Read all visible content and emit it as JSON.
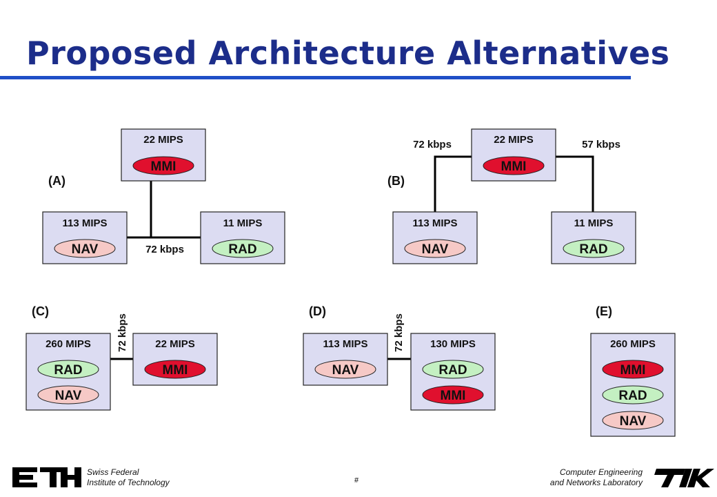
{
  "slide": {
    "title": "Proposed Architecture Alternatives",
    "page_number": "#"
  },
  "colors": {
    "title": "#1c2d8a",
    "rule": "#1f4fc7",
    "box_fill": "#dcdcf2",
    "mmi_fill": "#e0102e",
    "rad_fill": "#c4f0c2",
    "nav_fill": "#f6c9c6"
  },
  "alternatives": {
    "A": {
      "label": "(A)",
      "mmi_mips": "22 MIPS",
      "nav_mips": "113 MIPS",
      "rad_mips": "11 MIPS",
      "link_rate": "72 kbps",
      "mmi": "MMI",
      "nav": "NAV",
      "rad": "RAD"
    },
    "B": {
      "label": "(B)",
      "mmi_mips": "22 MIPS",
      "nav_mips": "113 MIPS",
      "rad_mips": "11 MIPS",
      "left_rate": "72 kbps",
      "right_rate": "57 kbps",
      "mmi": "MMI",
      "nav": "NAV",
      "rad": "RAD"
    },
    "C": {
      "label": "(C)",
      "left_mips": "260 MIPS",
      "right_mips": "22 MIPS",
      "link_rate": "72 kbps",
      "rad": "RAD",
      "nav": "NAV",
      "mmi": "MMI"
    },
    "D": {
      "label": "(D)",
      "left_mips": "113 MIPS",
      "right_mips": "130 MIPS",
      "link_rate": "72 kbps",
      "nav": "NAV",
      "rad": "RAD",
      "mmi": "MMI"
    },
    "E": {
      "label": "(E)",
      "mips": "260 MIPS",
      "mmi": "MMI",
      "rad": "RAD",
      "nav": "NAV"
    }
  },
  "footer": {
    "left_logo": "ETH",
    "left_line1": "Swiss Federal",
    "left_line2": "Institute of Technology",
    "right_line1": "Computer Engineering",
    "right_line2": "and Networks Laboratory",
    "right_logo": "TIK"
  }
}
